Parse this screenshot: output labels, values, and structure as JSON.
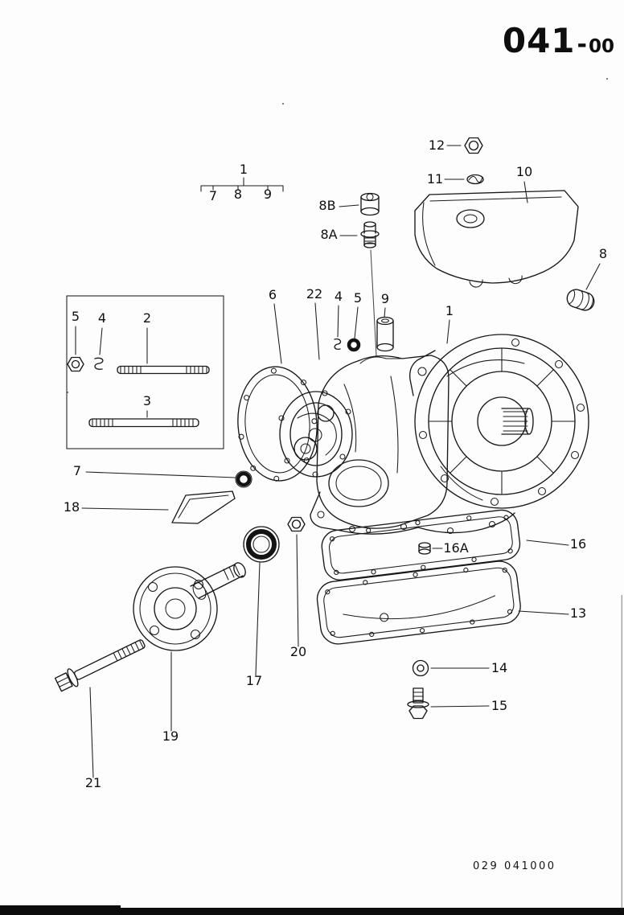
{
  "page": {
    "code_main": "041",
    "code_dash": "-",
    "code_sub": "00",
    "footer_code": "029 041000"
  },
  "callouts": {
    "n1": "1",
    "n2": "2",
    "n3": "3",
    "n4": "4",
    "n5": "5",
    "n6": "6",
    "n7": "7",
    "n8": "8",
    "n8a": "8A",
    "n8b": "8B",
    "n9": "9",
    "n10": "10",
    "n11": "11",
    "n12": "12",
    "n13": "13",
    "n14": "14",
    "n15": "15",
    "n16": "16",
    "n16a": "16A",
    "n17": "17",
    "n18": "18",
    "n19": "19",
    "n20": "20",
    "n21": "21",
    "n22": "22"
  }
}
